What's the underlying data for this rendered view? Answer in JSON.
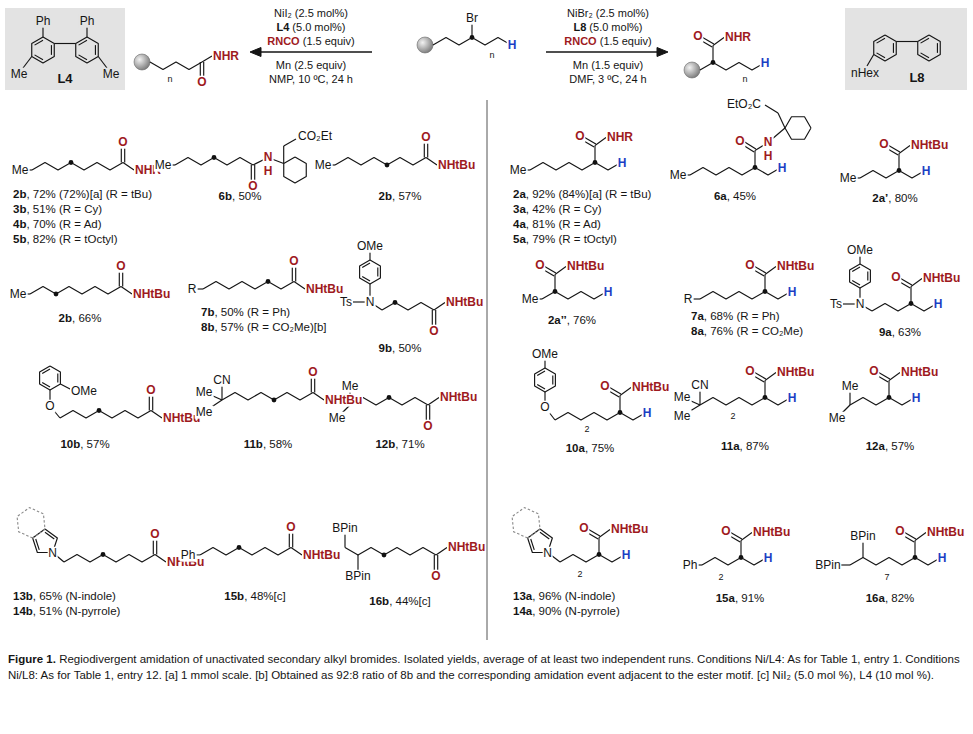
{
  "diagram": {
    "caption": "Figure 1. Regiodivergent amidation of unactivated secondary alkyl bromides. Isolated yields, average of at least two independent runs. Conditions Ni/L4: As for Table 1, entry 1. Conditions Ni/L8: As for Table 1, entry 12. [a] 1 mmol scale. [b] Obtained as 92:8 ratio of 8b and the corresponding amidation event adjacent to the ester motif. [c] NiI₂ (5.0 mol %), L4 (10 mol %).",
    "nodes": [
      {
        "text": [
          "Ph",
          "Ph",
          "Me",
          "Me",
          "L4"
        ]
      },
      {
        "text": [
          "nHex",
          "L8"
        ]
      }
    ],
    "labels": [
      "NiI₂ (2.5 mol%)",
      "L4 (5.0 mol%)",
      "RNCO (1.5 equiv)",
      "Mn (2.5 equiv)",
      "NMP, 10 ºC, 24 h",
      "NiBr₂ (2.5 mol%)",
      "L8 (5.0 mol%)",
      "RNCO (1.5 equiv)",
      "Mn (1.5 equiv)",
      "DMF, 3 ºC, 24 h",
      "NHR",
      "O",
      "n",
      "Br",
      "n",
      "H",
      "O",
      "NHR",
      "n",
      "H",
      "Me",
      "O",
      "NHR",
      "2b, 72% (72%)[a] (R = tBu)",
      "3b, 51% (R = Cy)",
      "4b, 70% (R = Ad)",
      "5b, 82% (R = tOctyl)",
      "Me",
      "CO₂Et",
      "O",
      "N",
      "H",
      "6b, 50%",
      "Me",
      "O",
      "NHtBu",
      "2b, 57%",
      "Me",
      "O",
      "NHtBu",
      "2b, 66%",
      "R",
      "O",
      "NHtBu",
      "7b, 50% (R = Ph)",
      "8b, 57% (R = CO₂Me)[b]",
      "OMe",
      "Ts",
      "N",
      "O",
      "NHtBu",
      "9b, 50%",
      "OMe",
      "O",
      "O",
      "NHtBu",
      "10b, 57%",
      "Me",
      "Me",
      "CN",
      "O",
      "NHtBu",
      "11b, 58%",
      "Me",
      "Me",
      "O",
      "NHtBu",
      "12b, 71%",
      "N",
      "O",
      "NHtBu",
      "13b, 65% (N-indole)",
      "14b, 51% (N-pyrrole)",
      "Ph",
      "O",
      "NHtBu",
      "15b, 48%[c]",
      "BPin",
      "BPin",
      "O",
      "NHtBu",
      "16b, 44%[c]",
      "Me",
      "O",
      "NHR",
      "H",
      "2a, 92% (84%)[a] (R = tBu)",
      "3a, 42% (R = Cy)",
      "4a, 81% (R = Ad)",
      "5a, 79% (R = tOctyl)",
      "EtO₂C",
      "Me",
      "O",
      "N",
      "H",
      "H",
      "6a, 45%",
      "O",
      "NHtBu",
      "Me",
      "H",
      "2a’, 80%",
      "O",
      "NHtBu",
      "Me",
      "H",
      "2a’’, 76%",
      "O",
      "NHtBu",
      "R",
      "H",
      "7a, 68% (R = Ph)",
      "8a, 76% (R = CO₂Me)",
      "OMe",
      "O",
      "NHtBu",
      "Ts",
      "N",
      "H",
      "9a, 63%",
      "OMe",
      "O",
      "NHtBu",
      "O",
      "2",
      "H",
      "10a, 75%",
      "O",
      "NHtBu",
      "Me",
      "Me",
      "CN",
      "2",
      "H",
      "11a, 87%",
      "O",
      "NHtBu",
      "Me",
      "Me",
      "H",
      "12a, 57%",
      "O",
      "NHtBu",
      "N",
      "2",
      "H",
      "13a, 96% (N-indole)",
      "14a, 90% (N-pyrrole)",
      "Ph",
      "O",
      "NHtBu",
      "2",
      "H",
      "15a, 91%",
      "BPin",
      "BPin",
      "O",
      "NHtBu",
      "7",
      "H",
      "16a, 82%"
    ]
  }
}
